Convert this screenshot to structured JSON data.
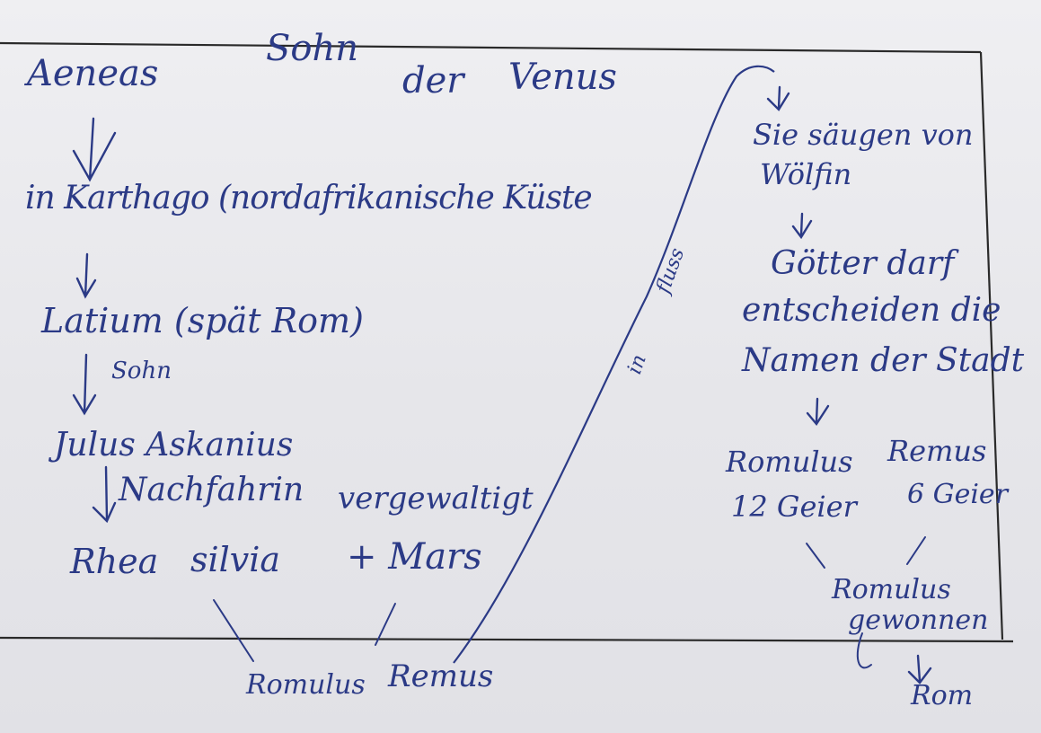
{
  "notes": {
    "header": {
      "aeneas": "Aeneas",
      "sohn": "Sohn",
      "der": "der",
      "venus": "Venus"
    },
    "left": {
      "karthago": "in Karthago (nordafrikanische Küste",
      "latium": "Latium (spät Rom)",
      "sohn_label": "Sohn",
      "julus": "Julus Askanius",
      "nachfahrin": "Nachfahrin",
      "rhea": "Rhea",
      "silvia": "silvia",
      "vergewaltigt": "vergewaltigt",
      "mars": "+ Mars",
      "romulus": "Romulus",
      "remus": "Remus"
    },
    "river": {
      "fluss": "fluss",
      "label": "in"
    },
    "right": {
      "saeugen": "Sie säugen von",
      "woelfin": "Wölfin",
      "goetter": "Götter darf",
      "entscheiden": "entscheiden die",
      "namen": "Namen der Stadt",
      "romulus": "Romulus",
      "geier_romulus": "12 Geier",
      "remus": "Remus",
      "geier_remus": "6 Geier",
      "romulus2": "Romulus",
      "gewonnen": "gewonnen",
      "rom": "Rom"
    }
  },
  "colors": {
    "ink": "#2b3a86",
    "line": "#2a2a2a",
    "paper": "#e9e9ec"
  }
}
